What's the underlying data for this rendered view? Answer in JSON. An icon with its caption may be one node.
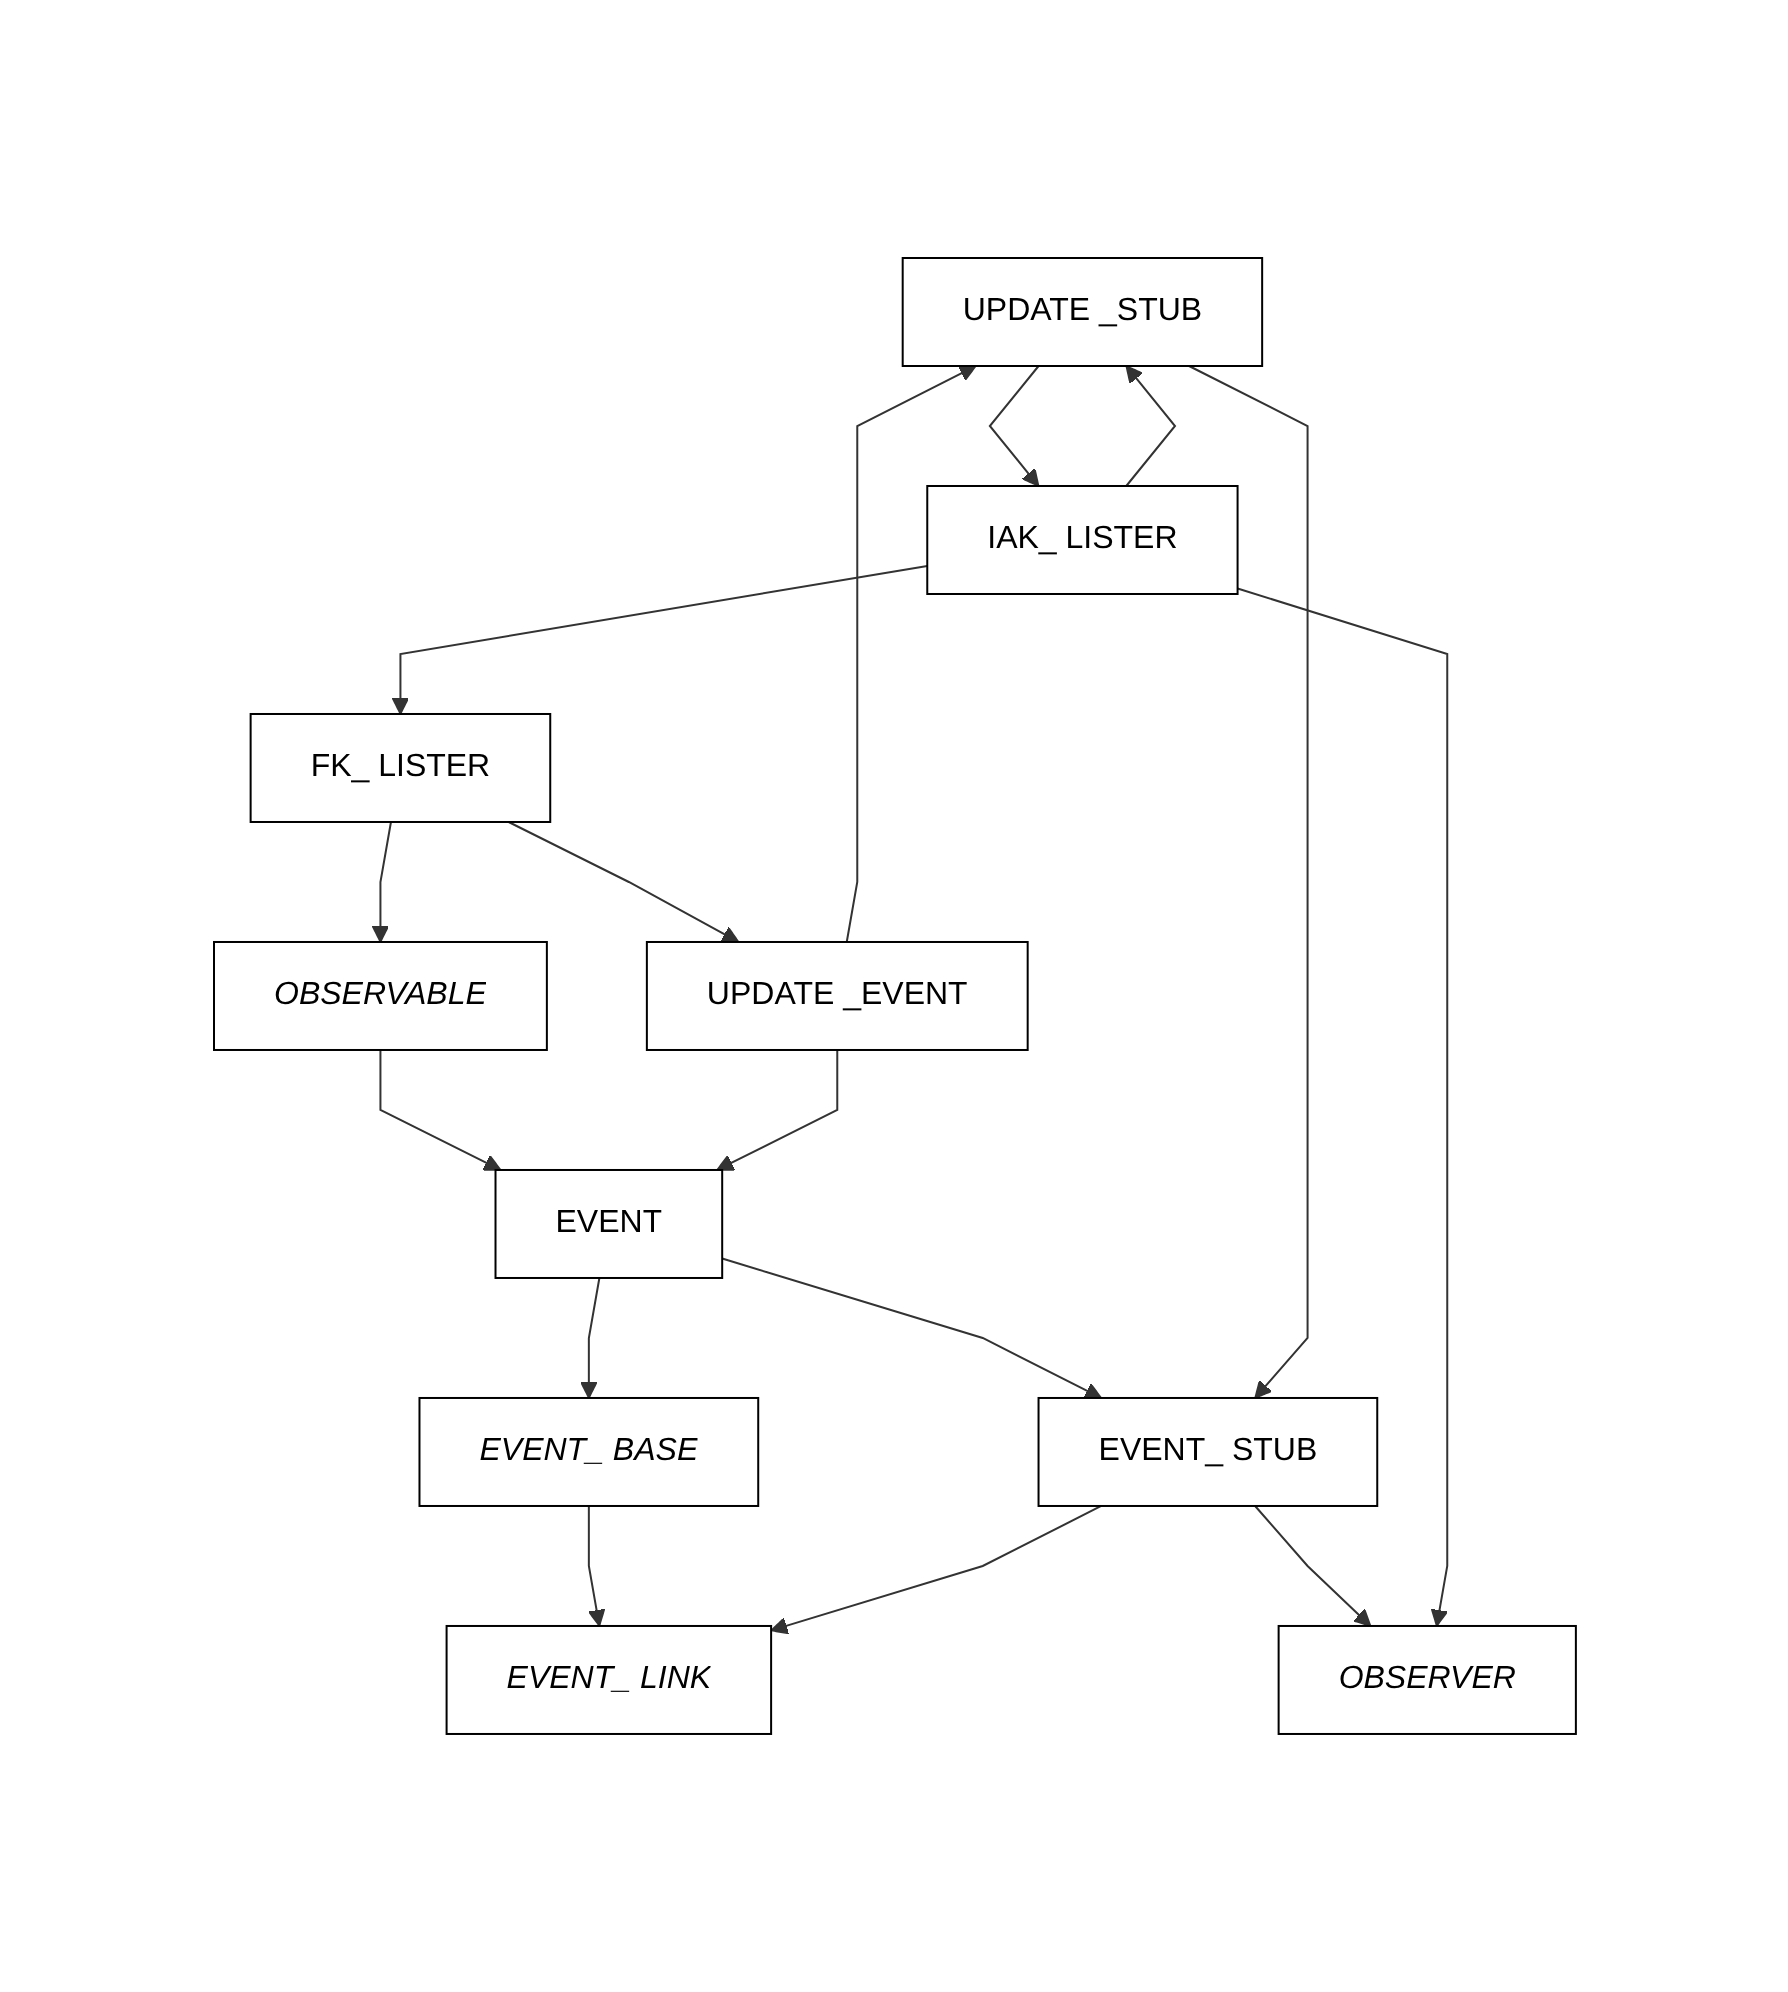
{
  "diagram": {
    "nodes": [
      {
        "text": [
          "EVENT_ LINK"
        ]
      },
      {
        "text": [
          "EVENT_ BASE"
        ]
      },
      {
        "text": [
          "EVENT_ STUB"
        ]
      },
      {
        "text": [
          "EVENT"
        ]
      },
      {
        "text": [
          "OBSERVER"
        ]
      },
      {
        "text": [
          "OBSERVABLE"
        ]
      },
      {
        "text": [
          "UPDATE _STUB"
        ]
      },
      {
        "text": [
          "UPDATE _EVENT"
        ]
      },
      {
        "text": [
          "IAK_ LISTER"
        ]
      },
      {
        "text": [
          "FK_ LISTER"
        ]
      }
    ],
    "edges": [
      {
        "from": 1,
        "to": 0,
        "arrow": "to"
      },
      {
        "from": 2,
        "to": 0,
        "arrow": "to"
      },
      {
        "from": 3,
        "to": 1,
        "arrow": "to"
      },
      {
        "from": 3,
        "to": 2,
        "arrow": "to"
      },
      {
        "from": 2,
        "to": 4,
        "arrow": "to"
      },
      {
        "from": 5,
        "to": 3,
        "arrow": "to"
      },
      {
        "from": 6,
        "to": 2,
        "arrow": "to"
      },
      {
        "from": 7,
        "to": 3,
        "arrow": "to"
      },
      {
        "from": 8,
        "to": 4,
        "arrow": "to"
      },
      {
        "from": 9,
        "to": 5,
        "arrow": "to"
      },
      {
        "from": 7,
        "to": 6,
        "arrow": "to"
      },
      {
        "from": 6,
        "to": 8,
        "arrow": "to"
      },
      {
        "from": 8,
        "to": 6,
        "arrow": "to"
      },
      {
        "from": 9,
        "to": 7,
        "arrow": "to"
      },
      {
        "from": 8,
        "to": 9,
        "arrow": "to"
      }
    ]
  }
}
